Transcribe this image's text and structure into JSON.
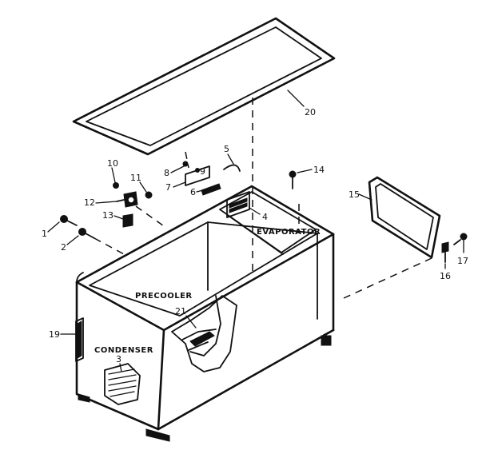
{
  "labels": {
    "evaporator": "EVAPORATOR",
    "precooler": "PRECOOLER",
    "condenser": "CONDENSER"
  },
  "callouts": {
    "c1": "1",
    "c2": "2",
    "c3": "3",
    "c4": "4",
    "c5": "5",
    "c6": "6",
    "c7": "7",
    "c8": "8",
    "c9": "9",
    "c10": "10",
    "c11": "11",
    "c12": "12",
    "c13": "13",
    "c14": "14",
    "c15": "15",
    "c16": "16",
    "c17": "17",
    "c19": "19",
    "c20": "20",
    "c21": "21"
  }
}
